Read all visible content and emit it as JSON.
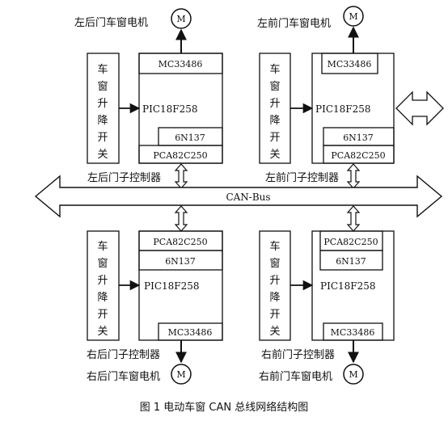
{
  "caption": "图 1 电动车窗 CAN 总线网络结构图",
  "bus_label": "CAN-Bus",
  "motor_symbol": "M",
  "nodes": {
    "top_left": {
      "controller_label": "左后门子控制器",
      "motor_label": "左后门车窗电机",
      "switch_chars": [
        "车",
        "窗",
        "升",
        "降",
        "开",
        "关"
      ],
      "driver": "MC33486",
      "mcu": "PIC18F258",
      "isolator": "6N137",
      "transceiver": "PCA82C250"
    },
    "top_right": {
      "controller_label": "左前门子控制器",
      "motor_label": "左前门车窗电机",
      "switch_chars": [
        "车",
        "窗",
        "升",
        "降",
        "开",
        "关"
      ],
      "driver": "MC33486",
      "mcu": "PIC18F258",
      "isolator": "6N137",
      "transceiver": "PCA82C250"
    },
    "bottom_left": {
      "controller_label": "右后门子控制器",
      "motor_label": "右后门车窗电机",
      "switch_chars": [
        "车",
        "窗",
        "升",
        "降",
        "开",
        "关"
      ],
      "driver": "MC33486",
      "mcu": "PIC18F258",
      "isolator": "6N137",
      "transceiver": "PCA82C250"
    },
    "bottom_right": {
      "controller_label": "右前门子控制器",
      "motor_label": "右前门车窗电机",
      "switch_chars": [
        "车",
        "窗",
        "升",
        "降",
        "开",
        "关"
      ],
      "driver": "MC33486",
      "mcu": "PIC18F258",
      "isolator": "6N137",
      "transceiver": "PCA82C250"
    }
  }
}
